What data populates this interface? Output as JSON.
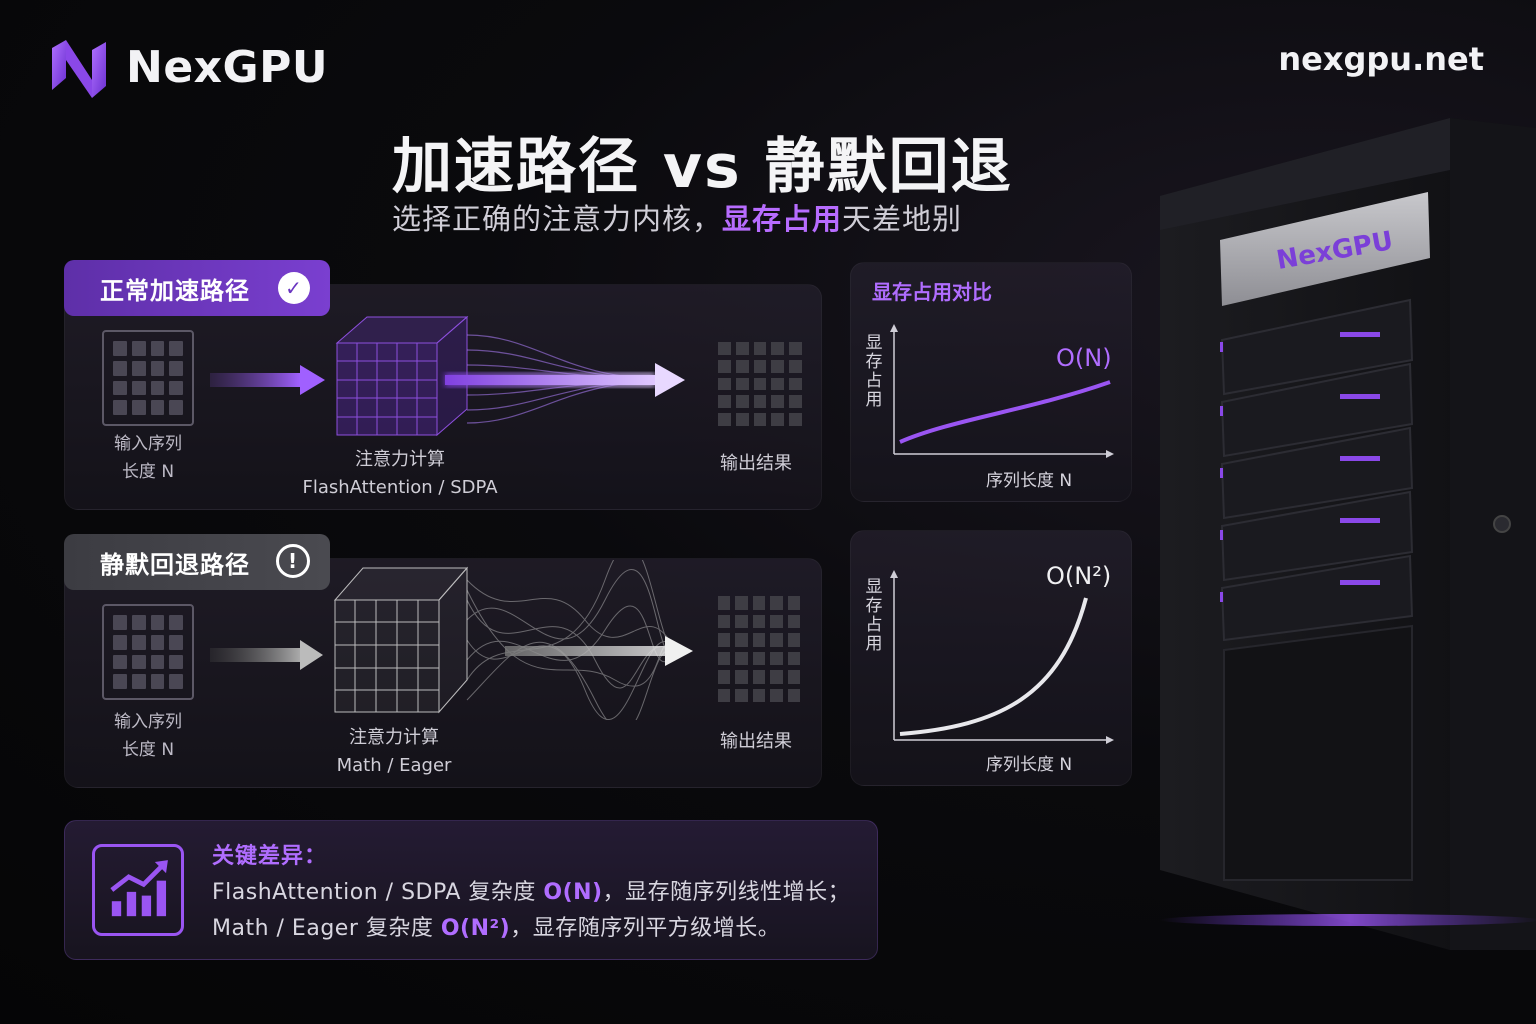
{
  "brand": {
    "name": "NexGPU",
    "site": "nexgpu.net",
    "logo_icon": "n-logo-icon"
  },
  "title": "加速路径 vs 静默回退",
  "subtitle": {
    "before": "选择正确的注意力内核，",
    "highlight": "显存占用",
    "after": "天差地别"
  },
  "fast_path": {
    "tag": "正常加速路径",
    "tag_icon": "check-circle-icon",
    "input_label_1": "输入序列",
    "input_label_2": "长度 N",
    "compute_label": "注意力计算",
    "kernel_label": "FlashAttention / SDPA",
    "output_label": "输出结果"
  },
  "fallback_path": {
    "tag": "静默回退路径",
    "tag_icon": "alert-circle-icon",
    "input_label_1": "输入序列",
    "input_label_2": "长度 N",
    "compute_label": "注意力计算",
    "kernel_label": "Math / Eager",
    "output_label": "输出结果"
  },
  "chart_top": {
    "title": "显存占用对比",
    "ylabel": "显存占用",
    "xlabel": "序列长度 N",
    "curve_label": "O(N)"
  },
  "chart_bottom": {
    "ylabel": "显存占用",
    "xlabel": "序列长度 N",
    "curve_label": "O(N²)"
  },
  "chart_data": [
    {
      "type": "line",
      "title": "显存占用对比",
      "xlabel": "序列长度 N",
      "ylabel": "显存占用",
      "series": [
        {
          "name": "O(N)",
          "shape": "linear"
        }
      ]
    },
    {
      "type": "line",
      "xlabel": "序列长度 N",
      "ylabel": "显存占用",
      "series": [
        {
          "name": "O(N²)",
          "shape": "quadratic"
        }
      ]
    }
  ],
  "key_diff": {
    "title": "关键差异：",
    "icon": "bar-chart-up-icon",
    "line1_before": "FlashAttention / SDPA 复杂度 ",
    "line1_hl": "O(N)",
    "line1_after": "，显存随序列线性增长；",
    "line2_before": "Math / Eager 复杂度 ",
    "line2_hl": "O(N²)",
    "line2_after": "，显存随序列平方级增长。"
  },
  "server": {
    "label": "NexGPU"
  },
  "colors": {
    "accent": "#9a55f2",
    "accent_light": "#b06dff",
    "background": "#0a0a0d"
  }
}
